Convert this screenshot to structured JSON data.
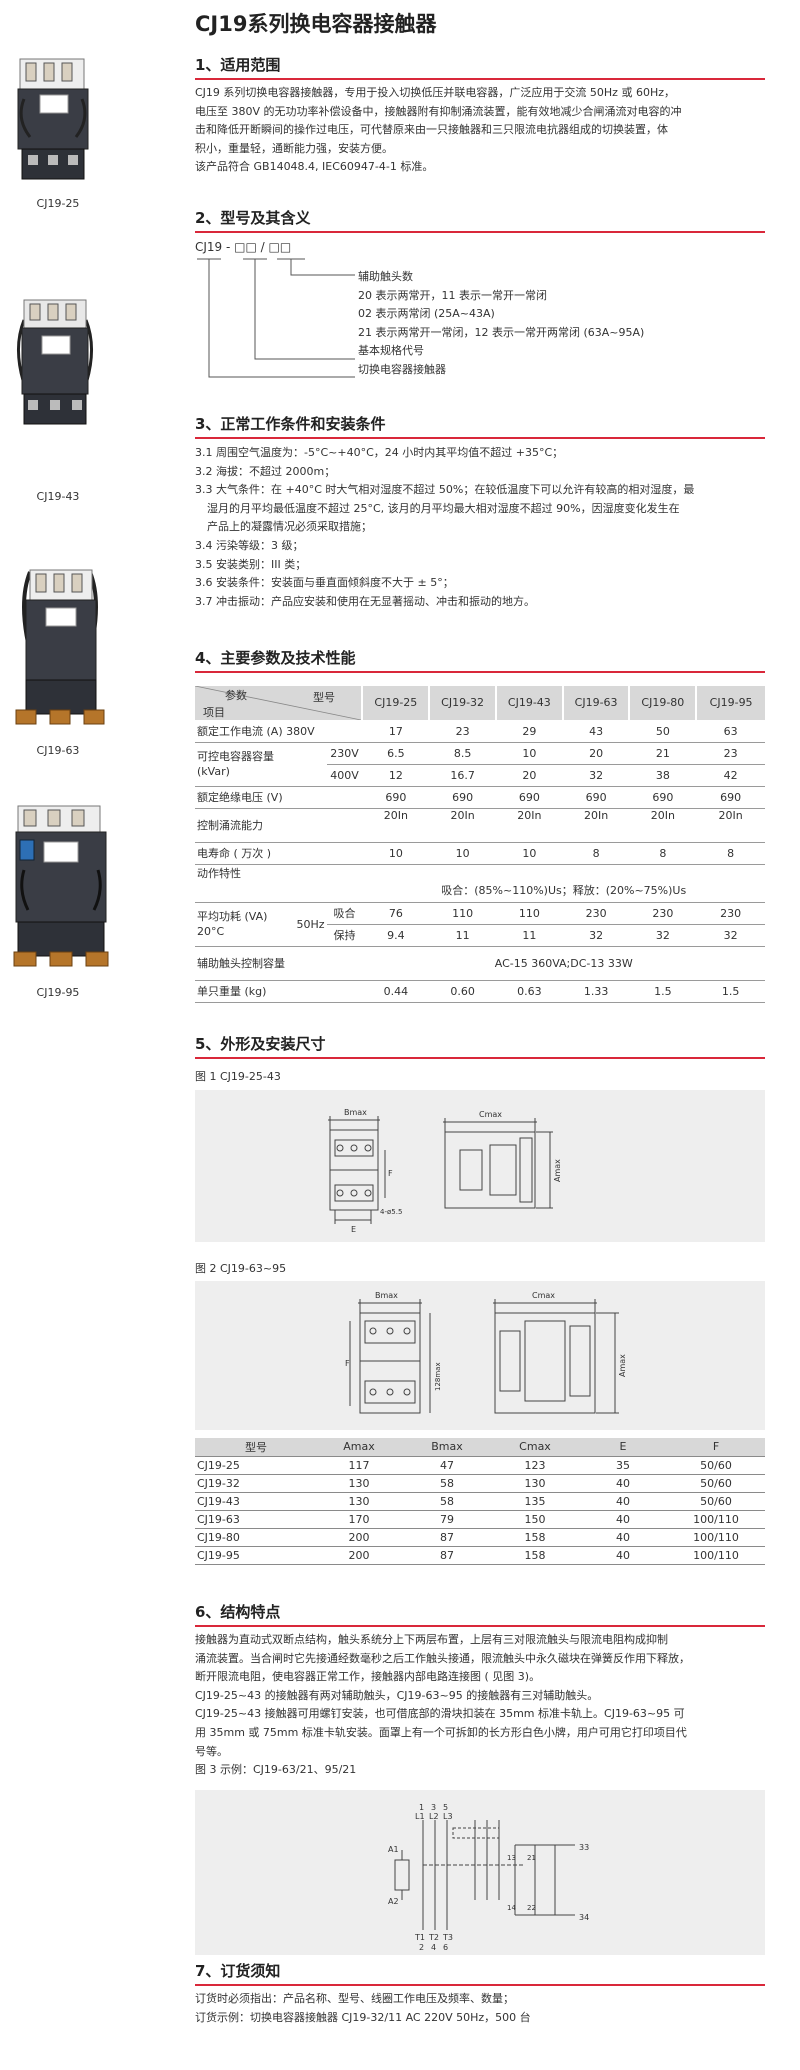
{
  "title": "CJ19系列换电容器接触器",
  "products": [
    {
      "label": "CJ19-25"
    },
    {
      "label": "CJ19-43"
    },
    {
      "label": "CJ19-63"
    },
    {
      "label": "CJ19-95"
    }
  ],
  "sections": {
    "s1": {
      "title": "1、适用范围",
      "lines": [
        "CJ19 系列切换电容器接触器，专用于投入切换低压并联电容器，广泛应用于交流 50Hz 或 60Hz，",
        "电压至 380V 的无功功率补偿设备中，接触器附有抑制涌流装置，能有效地减少合闸涌流对电容的冲",
        "击和降低开断瞬间的操作过电压，可代替原来由一只接触器和三只限流电抗器组成的切换装置，体",
        "积小，重量轻，通断能力强，安装方便。",
        "该产品符合 GB14048.4, IEC60947-4-1 标准。"
      ]
    },
    "s2": {
      "title": "2、型号及其含义",
      "code": "CJ19 - □□ / □□",
      "lines": [
        "辅助触头数",
        "20 表示两常开，11 表示一常开一常闭",
        "02 表示两常闭 (25A~43A)",
        "21 表示两常开一常闭，12 表示一常开两常闭 (63A~95A)",
        "基本规格代号",
        "切换电容器接触器"
      ]
    },
    "s3": {
      "title": "3、正常工作条件和安装条件",
      "lines": [
        "3.1 周围空气温度为：-5°C~+40°C，24 小时内其平均值不超过 +35°C；",
        "3.2 海拔：不超过 2000m；",
        "3.3 大气条件：在 +40°C 时大气相对湿度不超过 50%；在较低温度下可以允许有较高的相对湿度，最",
        "湿月的月平均最低温度不超过 25°C, 该月的月平均最大相对湿度不超过 90%，因湿度变化发生在",
        "产品上的凝露情况必须采取措施；",
        "3.4 污染等级：3 级；",
        "3.5 安装类别：III 类；",
        "3.6 安装条件：安装面与垂直面倾斜度不大于 ± 5°；",
        "3.7 冲击振动：产品应安装和使用在无显著摇动、冲击和振动的地方。"
      ]
    },
    "s4": {
      "title": "4、主要参数及技术性能",
      "header": {
        "param": "参数",
        "model": "型号",
        "item": "项目"
      },
      "models": [
        "CJ19-25",
        "CJ19-32",
        "CJ19-43",
        "CJ19-63",
        "CJ19-80",
        "CJ19-95"
      ],
      "rows": {
        "rated_current": {
          "label": "额定工作电流 (A) 380V",
          "values": [
            "17",
            "23",
            "29",
            "43",
            "50",
            "63"
          ]
        },
        "capacity_label": "可控电容器容量",
        "capacity_unit": "(kVar)",
        "capacity_230": {
          "voltage": "230V",
          "values": [
            "6.5",
            "8.5",
            "10",
            "20",
            "21",
            "23"
          ]
        },
        "capacity_400": {
          "voltage": "400V",
          "values": [
            "12",
            "16.7",
            "20",
            "32",
            "38",
            "42"
          ]
        },
        "insulation": {
          "label": "额定绝缘电压 (V)",
          "values": [
            "690",
            "690",
            "690",
            "690",
            "690",
            "690"
          ]
        },
        "inrush": {
          "label": "控制涌流能力",
          "values": [
            "20In",
            "20In",
            "20In",
            "20In",
            "20In",
            "20In"
          ]
        },
        "life": {
          "label": "电寿命 ( 万次 )",
          "values": [
            "10",
            "10",
            "10",
            "8",
            "8",
            "8"
          ]
        },
        "action": {
          "label": "动作特性",
          "value": "吸合：(85%~110%)Us；释放：(20%~75%)Us"
        },
        "power_label": "平均功耗 (VA)",
        "power_temp": "20°C",
        "power_freq": "50Hz",
        "power_pull": {
          "label": "吸合",
          "values": [
            "76",
            "110",
            "110",
            "230",
            "230",
            "230"
          ]
        },
        "power_hold": {
          "label": "保持",
          "values": [
            "9.4",
            "11",
            "11",
            "32",
            "32",
            "32"
          ]
        },
        "aux": {
          "label": "辅助触头控制容量",
          "value": "AC-15  360VA;DC-13  33W"
        },
        "weight": {
          "label": "单只重量 (kg)",
          "values": [
            "0.44",
            "0.60",
            "0.63",
            "1.33",
            "1.5",
            "1.5"
          ]
        }
      }
    },
    "s5": {
      "title": "5、外形及安装尺寸",
      "fig1": "图 1 CJ19-25-43",
      "fig2": "图 2 CJ19-63~95",
      "headers": [
        "型号",
        "Amax",
        "Bmax",
        "Cmax",
        "E",
        "F"
      ],
      "rows": [
        [
          "CJ19-25",
          "117",
          "47",
          "123",
          "35",
          "50/60"
        ],
        [
          "CJ19-32",
          "130",
          "58",
          "130",
          "40",
          "50/60"
        ],
        [
          "CJ19-43",
          "130",
          "58",
          "135",
          "40",
          "50/60"
        ],
        [
          "CJ19-63",
          "170",
          "79",
          "150",
          "40",
          "100/110"
        ],
        [
          "CJ19-80",
          "200",
          "87",
          "158",
          "40",
          "100/110"
        ],
        [
          "CJ19-95",
          "200",
          "87",
          "158",
          "40",
          "100/110"
        ]
      ]
    },
    "s6": {
      "title": "6、结构特点",
      "lines": [
        "接触器为直动式双断点结构，触头系统分上下两层布置，上层有三对限流触头与限流电阻构成抑制",
        "涌流装置。当合闸时它先接通经数毫秒之后工作触头接通，限流触头中永久磁块在弹簧反作用下释放，",
        "断开限流电阻，使电容器正常工作，接触器内部电路连接图 ( 见图 3)。",
        "CJ19-25~43 的接触器有两对辅助触头，CJ19-63~95 的接触器有三对辅助触头。",
        "CJ19-25~43 接触器可用螺钉安装，也可借底部的滑块扣装在 35mm 标准卡轨上。CJ19-63~95 可",
        "用 35mm 或 75mm 标准卡轨安装。面罩上有一个可拆卸的长方形白色小牌，用户可用它打印项目代",
        "号等。",
        "图 3 示例：CJ19-63/21、95/21"
      ]
    },
    "s7": {
      "title": "7、订货须知",
      "lines": [
        "订货时必须指出：产品名称、型号、线圈工作电压及频率、数量；",
        "订货示例：切换电容器接触器 CJ19-32/11  AC 220V 50Hz，500 台"
      ]
    }
  },
  "drawing_labels": {
    "bmax": "Bmax",
    "cmax": "Cmax",
    "amax": "Amax",
    "f": "F",
    "e": "E",
    "hole": "4-ø5.5",
    "label_128": "128max",
    "term_top": [
      "1",
      "3",
      "5"
    ],
    "term_l": [
      "L1",
      "L2",
      "L3"
    ],
    "term_bottom": [
      "T1",
      "T2",
      "T3"
    ],
    "term_bottom_num": [
      "2",
      "4",
      "6"
    ],
    "coil": [
      "A1",
      "A2"
    ],
    "aux_top": [
      "13",
      "21",
      "33"
    ],
    "aux_bottom": [
      "14",
      "22",
      "34"
    ]
  },
  "colors": {
    "accent": "#d9283a",
    "header_bg": "#d8d8d8",
    "figure_bg": "#eeeeee"
  }
}
